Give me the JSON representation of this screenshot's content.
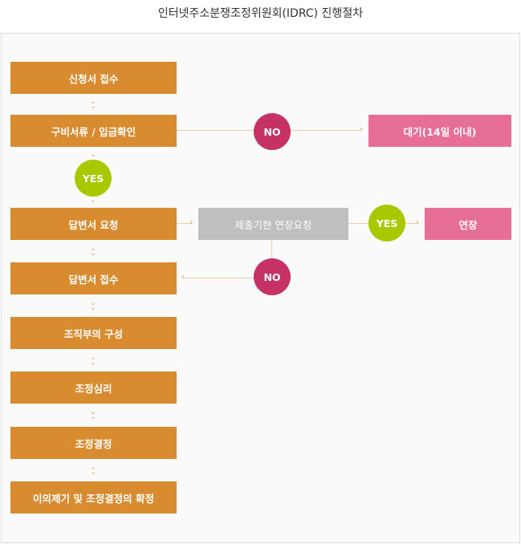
{
  "title": "인터넷주소분쟁조정위원회(IDRC) 진행절차",
  "steps": [
    "신청서 접수",
    "구비서류 / 입금확인",
    "답변서 요청",
    "답변서 접수",
    "조직부의 구성",
    "조정심리",
    "조정결정",
    "이의제기 및 조정결정의 확정"
  ],
  "branch": {
    "wait": "대기(14일 이내)",
    "extension_request": "제출기한 연장요청",
    "extension": "연장"
  },
  "decisions": {
    "yes": "YES",
    "no": "NO"
  },
  "colors": {
    "step": "#d98b2f",
    "pink": "#e66e97",
    "gray": "#bfbfbf",
    "yes": "#a8c900",
    "no": "#c63265"
  }
}
